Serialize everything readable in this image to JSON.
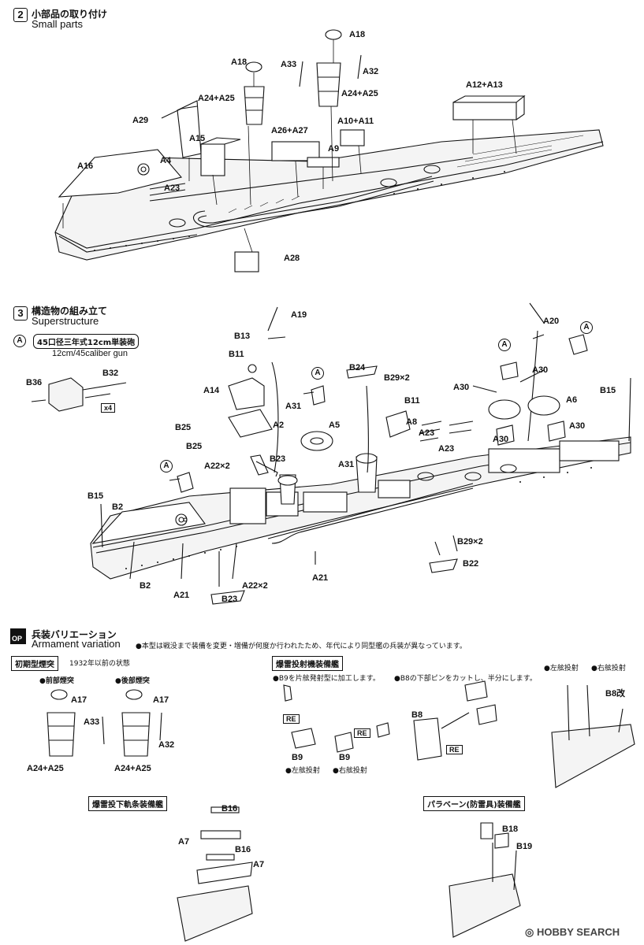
{
  "step2": {
    "number": "2",
    "title_jp": "小部品の取り付け",
    "title_en": "Small parts"
  },
  "step2_labels": {
    "A18a": "A18",
    "A18b": "A18",
    "A33": "A33",
    "A32": "A32",
    "A24A25a": "A24+A25",
    "A24A25b": "A24+A25",
    "A29": "A29",
    "A15": "A15",
    "A4": "A4",
    "A16": "A16",
    "A23": "A23",
    "A26A27": "A26+A27",
    "A10A11": "A10+A11",
    "A9": "A9",
    "A12A13": "A12+A13",
    "A28": "A28"
  },
  "step3": {
    "number": "3",
    "title_jp": "構造物の組み立て",
    "title_en": "Superstructure"
  },
  "gun": {
    "circle": "A",
    "title_jp": "45口径三年式12cm単装砲",
    "title_en": "12cm/45caliber gun",
    "qty": "x4",
    "B36": "B36",
    "B32": "B32"
  },
  "step3_labels": {
    "A19": "A19",
    "B13": "B13",
    "B11a": "B11",
    "A14": "A14",
    "A2": "A2",
    "B25a": "B25",
    "B25b": "B25",
    "A22x2a": "A22×2",
    "B23a": "B23",
    "A31a": "A31",
    "A5": "A5",
    "A31b": "A31",
    "B24": "B24",
    "B29x2a": "B29×2",
    "B11b": "B11",
    "A8": "A8",
    "A23a": "A23",
    "A23b": "A23",
    "A20": "A20",
    "A30a": "A30",
    "A30b": "A30",
    "A30c": "A30",
    "A30d": "A30",
    "A6": "A6",
    "B15a": "B15",
    "B15b": "B15",
    "B2a": "B2",
    "B2b": "B2",
    "A21a": "A21",
    "A21b": "A21",
    "A22x2b": "A22×2",
    "B23b": "B23",
    "B29x2b": "B29×2",
    "B22": "B22"
  },
  "op": {
    "badge_top": "",
    "badge_bottom": "OP",
    "title_jp": "兵装バリエーション",
    "title_en": "Armament variation",
    "note": "●本型は戦没まで装備を変更・増備が何度か行われたため、年代により同型艦の兵装が異なっています。"
  },
  "early_funnel": {
    "title": "初期型煙突",
    "subtitle": "1932年以前の状態",
    "front": "●前部煙突",
    "rear": "●後部煙突",
    "A17a": "A17",
    "A17b": "A17",
    "A33": "A33",
    "A32": "A32",
    "A24A25a": "A24+A25",
    "A24A25b": "A24+A25"
  },
  "dc_thrower": {
    "title": "爆雷投射機装備艦",
    "note1": "●B9を片舷発射型に加工します。",
    "note2": "●B8の下部ピンをカットし、半分にします。",
    "RE1": "RE",
    "RE2": "RE",
    "RE3": "RE",
    "B9a": "B9",
    "B9b": "B9",
    "left": "●左舷投射",
    "right": "●右舷投射",
    "B8": "B8",
    "left2": "●左舷投射",
    "right2": "●右舷投射",
    "B8mod": "B8改"
  },
  "dc_rack": {
    "title": "爆雷投下軌条装備艦",
    "B16a": "B16",
    "B16b": "B16",
    "A7a": "A7",
    "A7b": "A7"
  },
  "paravane": {
    "title": "パラベーン(防雷具)装備艦",
    "B18": "B18",
    "B19": "B19"
  },
  "watermark": {
    "text": "HOBBY SEARCH"
  }
}
